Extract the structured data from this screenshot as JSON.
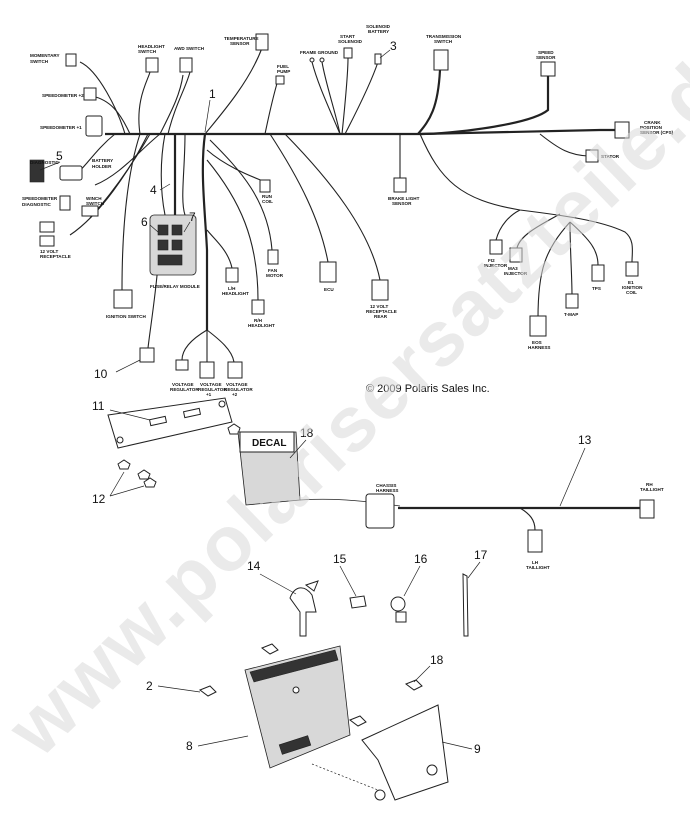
{
  "watermark": "www.polarisersatzteile.de",
  "copyright": "© 2009 Polaris Sales Inc.",
  "decal_text": "DECAL",
  "callouts": {
    "c1": "1",
    "c2": "2",
    "c3": "3",
    "c4": "4",
    "c5": "5",
    "c6": "6",
    "c7": "7",
    "c8": "8",
    "c9": "9",
    "c10": "10",
    "c11": "11",
    "c12": "12",
    "c13": "13",
    "c14": "14",
    "c15": "15",
    "c16": "16",
    "c17": "17",
    "c18a": "18",
    "c18b": "18"
  },
  "connector_labels": {
    "momentary_switch": [
      "MOMENTARY",
      "SWITCH"
    ],
    "speedometer_2": "SPEEDOMETER +2",
    "speedometer_1": "SPEEDOMETER +1",
    "diagnostic": "DIAGNOSTIC",
    "battery_holder": [
      "BATTERY",
      "HOLDER"
    ],
    "speedometer_diagnostic": [
      "SPEEDOMETER",
      "DIAGNOSTIC"
    ],
    "winch_switch": [
      "WINCH",
      "SWITCH"
    ],
    "twelve_volt_receptacle": [
      "12 VOLT",
      "RECEPTACLE"
    ],
    "ignition_switch": "IGNITION SWITCH",
    "headlight_switch": [
      "HEADLIGHT",
      "SWITCH"
    ],
    "awd_switch": "AWD SWITCH",
    "fuse_relay_module": "FUSE/RELAY MODULE",
    "temperature_sensor": [
      "TEMPERATURE",
      "SENSOR"
    ],
    "fuel_pump": [
      "FUEL",
      "PUMP"
    ],
    "frame_ground": "FRAME GROUND",
    "start_solenoid": [
      "START",
      "SOLENOID"
    ],
    "solenoid_battery": [
      "SOLENOID",
      "BATTERY"
    ],
    "transmission_switch": [
      "TRANSMISSION",
      "SWITCH"
    ],
    "speed_sensor": [
      "SPEED",
      "SENSOR"
    ],
    "crank_position_sensor": [
      "CRANK",
      "POSITION",
      "SENSOR (CPS)"
    ],
    "stator": "STATOR",
    "brake_light_sensor": [
      "BRAKE LIGHT",
      "SENSOR"
    ],
    "run_coil": [
      "RUN",
      "COIL"
    ],
    "fan_motor": [
      "FAN",
      "MOTOR"
    ],
    "ecu": "ECU",
    "twelve_volt_receptacle_rear": [
      "12 VOLT",
      "RECEPTACLE",
      "REAR"
    ],
    "lh_headlight": [
      "L/H",
      "HEADLIGHT"
    ],
    "rh_headlight": [
      "R/H",
      "HEADLIGHT"
    ],
    "voltage_regulator": [
      "VOLTAGE",
      "REGULATOR"
    ],
    "voltage_regulator_1": [
      "VOLTAGE",
      "REGULATOR",
      "+1"
    ],
    "voltage_regulator_2": [
      "VOLTAGE",
      "REGULATOR",
      "+2"
    ],
    "fi2_injector": [
      "FI2",
      "INJECTOR"
    ],
    "ma3_injector": [
      "MA3",
      "INJECTOR"
    ],
    "tps": "TPS",
    "t_map": "T-MAP",
    "ignition_coil": [
      "E1",
      "IGNITION",
      "COIL"
    ],
    "eos_harness": [
      "EOS",
      "HARNESS"
    ],
    "chassis_harness": [
      "CHASSIS",
      "HARNESS"
    ],
    "rh_taillight": [
      "RH",
      "TAILLIGHT"
    ],
    "lh_taillight": [
      "LH",
      "TAILLIGHT"
    ]
  }
}
